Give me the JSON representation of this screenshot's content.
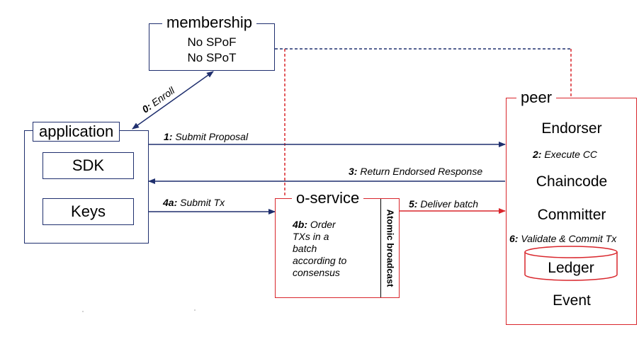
{
  "membership": {
    "title": "membership",
    "lines": [
      "No SPoF",
      "No SPoT"
    ]
  },
  "application": {
    "title": "application",
    "sdk": "SDK",
    "keys": "Keys"
  },
  "oservice": {
    "title": "o-service",
    "step_num": "4b:",
    "step_lines": [
      "Order",
      "TXs in a",
      "batch",
      "according to",
      "consensus"
    ],
    "atomic_label": "Atomic broadcast"
  },
  "peer": {
    "title": "peer",
    "endorser": "Endorser",
    "execute_num": "2:",
    "execute_text": "Execute CC",
    "chaincode": "Chaincode",
    "committer": "Committer",
    "validate_num": "6:",
    "validate_text": "Validate & Commit Tx",
    "ledger": "Ledger",
    "event": "Event"
  },
  "flows": {
    "enroll_num": "0:",
    "enroll_text": "Enroll",
    "submit_proposal_num": "1:",
    "submit_proposal_text": "Submit Proposal",
    "return_num": "3:",
    "return_text": "Return Endorsed Response",
    "submit_tx_num": "4a:",
    "submit_tx_text": "Submit Tx",
    "deliver_num": "5:",
    "deliver_text": "Deliver batch"
  },
  "colors": {
    "navy": "#1f2f6e",
    "red": "#d9262c"
  }
}
